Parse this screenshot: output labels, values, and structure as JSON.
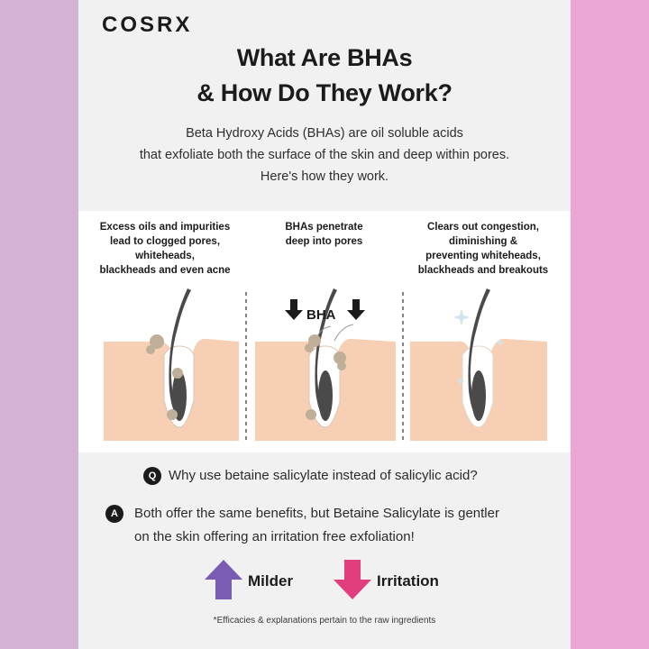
{
  "brand": "COSRX",
  "title_line1": "What Are BHAs",
  "title_line2": "& How Do They Work?",
  "intro": [
    "Beta Hydroxy Acids (BHAs) are oil soluble acids",
    "that exfoliate both the surface of the skin and deep within pores.",
    "Here's how they work."
  ],
  "steps": [
    {
      "caption": [
        "Excess oils and impurities",
        "lead to clogged pores,",
        "whiteheads,",
        "blackheads and even acne"
      ]
    },
    {
      "caption": [
        "BHAs penetrate",
        "deep into pores"
      ],
      "arrow_label": "BHA"
    },
    {
      "caption": [
        "Clears out congestion,",
        "diminishing &",
        "preventing whiteheads,",
        "blackheads and breakouts"
      ]
    }
  ],
  "question": {
    "badge": "Q",
    "text": "Why use betaine salicylate instead of salicylic acid?"
  },
  "answer": {
    "badge": "A",
    "lines": [
      "Both offer the same benefits, but Betaine Salicylate is gentler",
      "on the skin offering an irritation free exfoliation!"
    ]
  },
  "comparison": {
    "up": {
      "label": "Milder",
      "color": "#7b5cb5"
    },
    "down": {
      "label": "Irritation",
      "color": "#e23d7c"
    }
  },
  "footnote": "*Efficacies & explanations pertain to the raw ingredients",
  "colors": {
    "skin": "#f6cfb5",
    "hair": "#4a4a4a",
    "debris": "#bfae98",
    "sparkle": "#cfe4ef"
  }
}
